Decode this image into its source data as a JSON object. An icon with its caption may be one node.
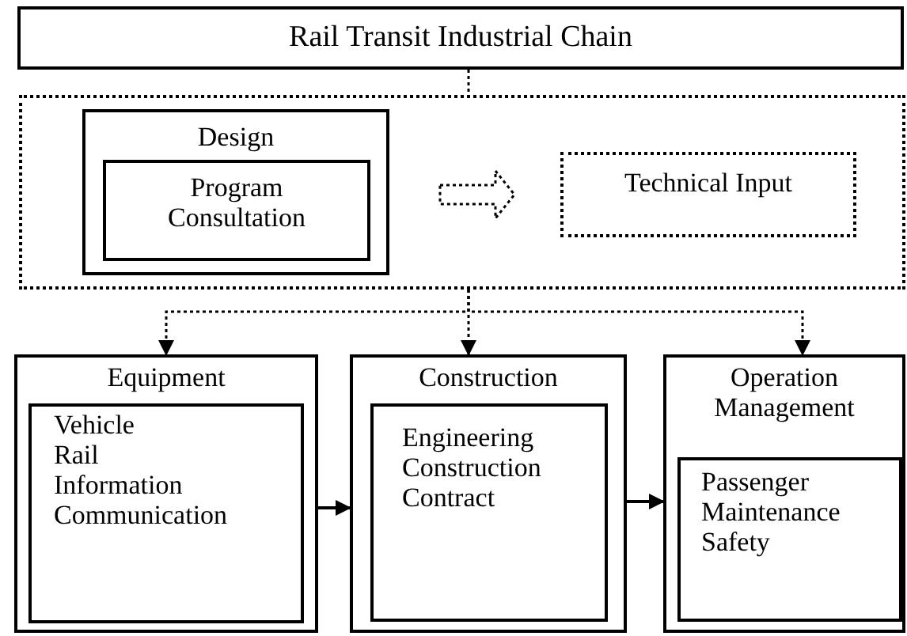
{
  "diagram": {
    "nodes": [
      {
        "text": [
          "Rail Transit Industrial Chain"
        ]
      },
      {
        "text": [],
        "shape": "box"
      },
      {
        "text": [
          "Design"
        ],
        "in": 1
      },
      {
        "text": [
          "Program Consultation"
        ],
        "in": 2
      },
      {
        "text": [
          "Technical Input"
        ],
        "in": 1
      },
      {
        "text": [
          "Equipment"
        ]
      },
      {
        "text": [
          "Vehicle",
          "Rail",
          "Information",
          "Communication"
        ],
        "in": 5
      },
      {
        "text": [
          "Construction"
        ]
      },
      {
        "text": [
          "Engineering",
          "Construction",
          "Contract"
        ],
        "in": 7
      },
      {
        "text": [
          "Operation Management"
        ]
      },
      {
        "text": [
          "Passenger",
          "Maintenance",
          "Safety"
        ],
        "in": 9
      }
    ],
    "edges": [
      {
        "from": 0,
        "to": 1,
        "arrow": "none",
        "style": "dashed"
      },
      {
        "from": 2,
        "to": 4,
        "arrow": "to",
        "style": "dashed"
      },
      {
        "from": 1,
        "to": 5,
        "arrow": "to",
        "style": "dashed"
      },
      {
        "from": 1,
        "to": 7,
        "arrow": "to",
        "style": "dashed"
      },
      {
        "from": 1,
        "to": 9,
        "arrow": "to",
        "style": "dashed"
      },
      {
        "from": 5,
        "to": 7,
        "arrow": "to"
      },
      {
        "from": 7,
        "to": 9,
        "arrow": "to"
      }
    ]
  }
}
